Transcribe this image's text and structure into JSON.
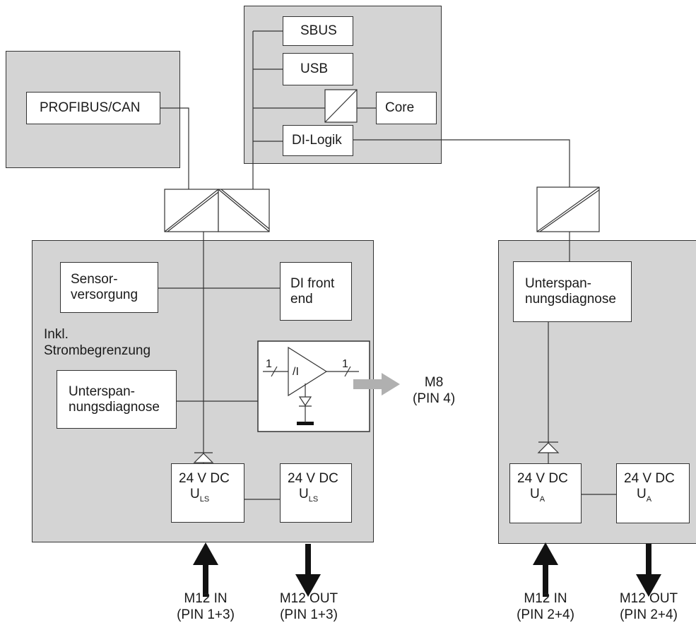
{
  "center_module": {
    "sbus": "SBUS",
    "usb": "USB",
    "core": "Core",
    "di_logik": "DI-Logik"
  },
  "left_module": {
    "profibus": "PROFIBUS/CAN"
  },
  "main_module": {
    "sensor_supply_line1": "Sensor-",
    "sensor_supply_line2": "versorgung",
    "di_front_end_line1": "DI front",
    "di_front_end_line2": "end",
    "current_limit_line1": "Inkl.",
    "current_limit_line2": "Strombegrenzung",
    "undervoltage_line1": "Unterspan-",
    "undervoltage_line2": "nungsdiagnose",
    "amp_in_label": "1",
    "amp_out_label": "1",
    "amp_symbol": "/I",
    "supply_in_line1": "24 V DC",
    "supply_in_u": "U",
    "supply_in_sub": "LS",
    "supply_out_line1": "24 V DC",
    "supply_out_u": "U",
    "supply_out_sub": "LS"
  },
  "m8_output": {
    "line1": "M8",
    "line2": "(PIN 4)"
  },
  "right_module": {
    "undervoltage_line1": "Unterspan-",
    "undervoltage_line2": "nungsdiagnose",
    "supply_in_line1": "24 V DC",
    "supply_in_u": "U",
    "supply_in_sub": "A",
    "supply_out_line1": "24 V DC",
    "supply_out_u": "U",
    "supply_out_sub": "A"
  },
  "connectors": {
    "main_in_line1": "M12 IN",
    "main_in_line2": "(PIN 1+3)",
    "main_out_line1": "M12 OUT",
    "main_out_line2": "(PIN 1+3)",
    "right_in_line1": "M12 IN",
    "right_in_line2": "(PIN 2+4)",
    "right_out_line1": "M12 OUT",
    "right_out_line2": "(PIN 2+4)"
  },
  "colors": {
    "panel": "#d4d4d4",
    "line": "#333333",
    "arrow_dark": "#111111",
    "arrow_grey": "#b0b0b0"
  }
}
